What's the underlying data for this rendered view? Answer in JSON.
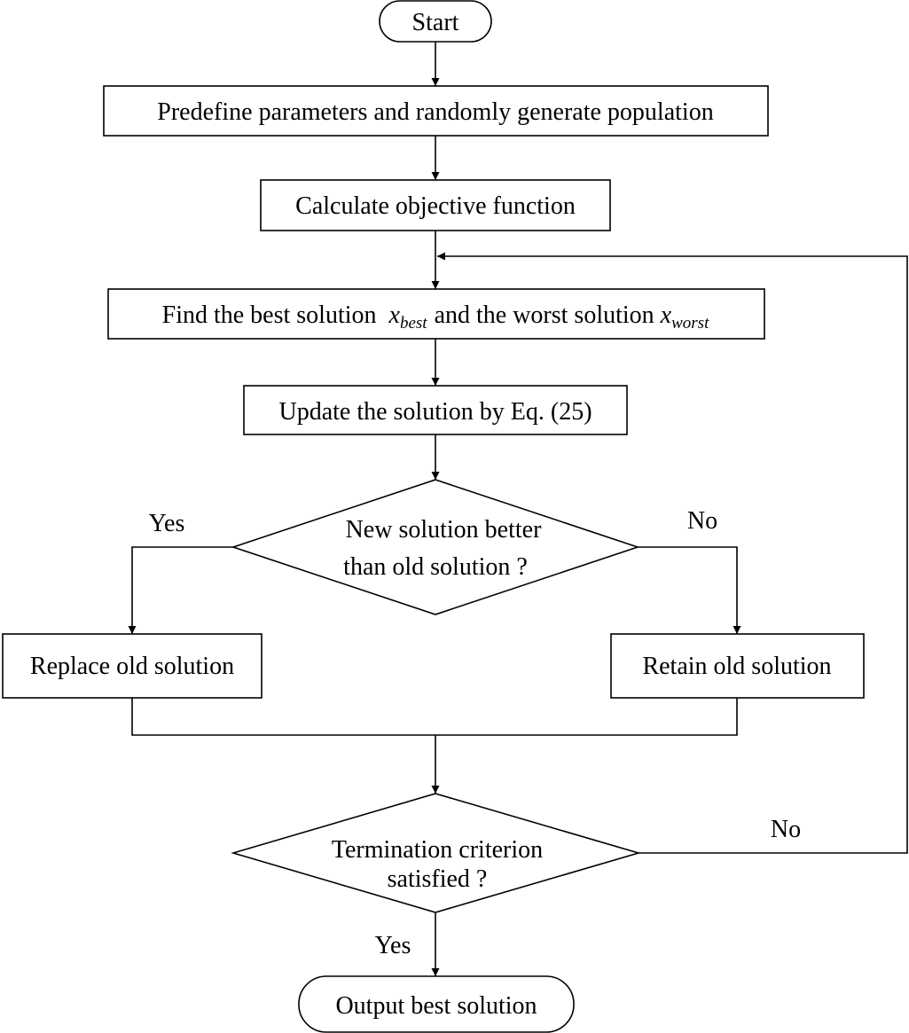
{
  "nodes": {
    "start": "Start",
    "init": "Predefine parameters and randomly generate population",
    "objective": "Calculate objective function",
    "find_part1": "Find the best solution",
    "find_var_best": "x",
    "find_sub_best": "best",
    "find_part2": "and the worst solution",
    "find_var_worst": "x",
    "find_sub_worst": "worst",
    "update": "Update the solution by Eq. (25)",
    "decision1_line1": "New solution better",
    "decision1_line2": "than old solution ?",
    "replace": "Replace old solution",
    "retain": "Retain old solution",
    "decision2_line1": "Termination criterion",
    "decision2_line2": "satisfied ?",
    "output": "Output best solution"
  },
  "edge_labels": {
    "d1_yes": "Yes",
    "d1_no": "No",
    "d2_no": "No",
    "d2_yes": "Yes"
  }
}
